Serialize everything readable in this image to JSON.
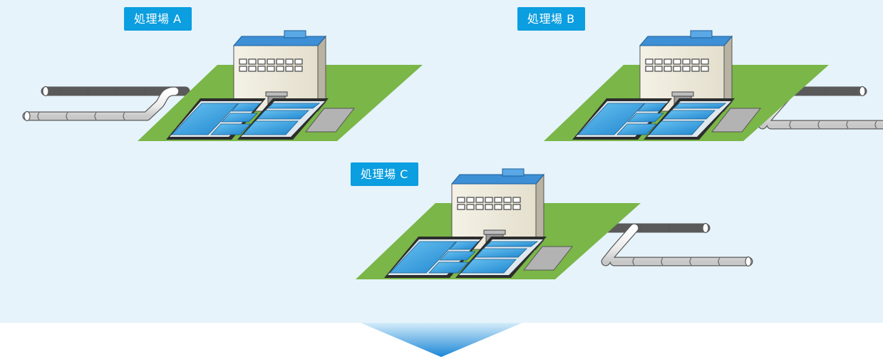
{
  "plants": [
    {
      "id": "a",
      "label": "処理場 A",
      "pipes": "left"
    },
    {
      "id": "b",
      "label": "処理場 B",
      "pipes": "right"
    },
    {
      "id": "c",
      "label": "処理場 C",
      "pipes": "right"
    }
  ],
  "colors": {
    "background": "#e6f3fa",
    "ground": "#7ab648",
    "label": "#0b9ee0",
    "roof": "#3d8fd6",
    "pool": "#3fa6e3",
    "pipe": "#f2f2f2",
    "arrow": "#2a8fd8"
  },
  "icons": {
    "flow_arrow": "down-arrow-icon"
  }
}
